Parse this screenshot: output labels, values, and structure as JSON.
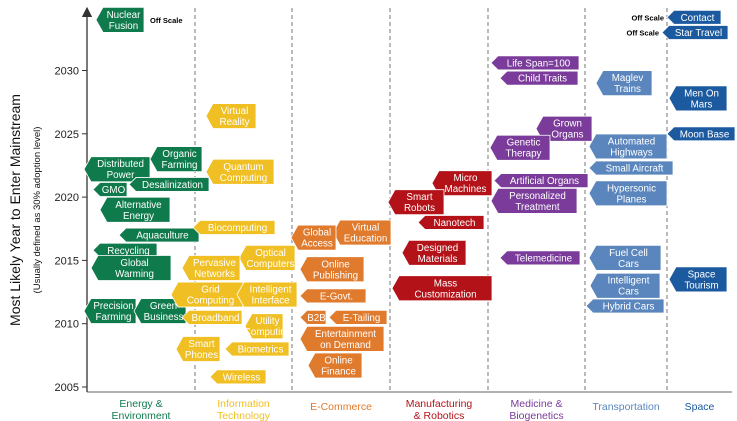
{
  "chart_data": {
    "type": "timeline-tags",
    "ylabel": "Most Likely Year to Enter Mainstream",
    "ylabel_sub": "(Usually defined as 30% adoption level)",
    "y_ticks": [
      2005,
      2010,
      2015,
      2020,
      2025,
      2030
    ],
    "ylim": [
      2005,
      2035
    ],
    "off_scale_text": "Off Scale",
    "categories": [
      {
        "id": "energy",
        "label": [
          "Energy &",
          "Environment"
        ],
        "color": "#0f7a4c"
      },
      {
        "id": "it",
        "label": [
          "Information",
          "Technology"
        ],
        "color": "#f0bf23"
      },
      {
        "id": "ecom",
        "label": [
          "E-Commerce"
        ],
        "color": "#e07a2d"
      },
      {
        "id": "mfg",
        "label": [
          "Manufacturing",
          "& Robotics"
        ],
        "color": "#b31218"
      },
      {
        "id": "med",
        "label": [
          "Medicine &",
          "Biogenetics"
        ],
        "color": "#7a3b9a"
      },
      {
        "id": "trans",
        "label": [
          "Transportation"
        ],
        "color": "#5a86bd"
      },
      {
        "id": "space",
        "label": [
          "Space"
        ],
        "color": "#1c5aa0"
      }
    ],
    "items": [
      {
        "cat": "energy",
        "lines": [
          "Nuclear",
          "Fusion"
        ],
        "year": 2034,
        "off_scale": true
      },
      {
        "cat": "energy",
        "lines": [
          "Organic",
          "Farming"
        ],
        "year": 2023
      },
      {
        "cat": "energy",
        "lines": [
          "Distributed",
          "Power"
        ],
        "year": 2022.2
      },
      {
        "cat": "energy",
        "lines": [
          "Desalinization"
        ],
        "year": 2021
      },
      {
        "cat": "energy",
        "lines": [
          "GMO"
        ],
        "year": 2020.6
      },
      {
        "cat": "energy",
        "lines": [
          "Alternative",
          "Energy"
        ],
        "year": 2019
      },
      {
        "cat": "energy",
        "lines": [
          "Aquaculture"
        ],
        "year": 2017
      },
      {
        "cat": "energy",
        "lines": [
          "Recycling"
        ],
        "year": 2015.8
      },
      {
        "cat": "energy",
        "lines": [
          "Global",
          "Warming"
        ],
        "year": 2014.4
      },
      {
        "cat": "energy",
        "lines": [
          "Precision",
          "Farming"
        ],
        "year": 2011
      },
      {
        "cat": "energy",
        "lines": [
          "Green",
          "Business"
        ],
        "year": 2011
      },
      {
        "cat": "it",
        "lines": [
          "Virtual",
          "Reality"
        ],
        "year": 2026.4
      },
      {
        "cat": "it",
        "lines": [
          "Quantum",
          "Computing"
        ],
        "year": 2022
      },
      {
        "cat": "it",
        "lines": [
          "Biocomputing"
        ],
        "year": 2017.6
      },
      {
        "cat": "it",
        "lines": [
          "Optical",
          "Computers"
        ],
        "year": 2015.2
      },
      {
        "cat": "it",
        "lines": [
          "Pervasive",
          "Networks"
        ],
        "year": 2014.4
      },
      {
        "cat": "it",
        "lines": [
          "Grid",
          "Computing"
        ],
        "year": 2012.3
      },
      {
        "cat": "it",
        "lines": [
          "Intelligent",
          "Interface"
        ],
        "year": 2012.3
      },
      {
        "cat": "it",
        "lines": [
          "Broadband"
        ],
        "year": 2010.5
      },
      {
        "cat": "it",
        "lines": [
          "Utility",
          "Computing"
        ],
        "year": 2009.8
      },
      {
        "cat": "it",
        "lines": [
          "Smart",
          "Phones"
        ],
        "year": 2008
      },
      {
        "cat": "it",
        "lines": [
          "Biometrics"
        ],
        "year": 2008
      },
      {
        "cat": "it",
        "lines": [
          "Wireless"
        ],
        "year": 2005.8
      },
      {
        "cat": "ecom",
        "lines": [
          "Virtual",
          "Education"
        ],
        "year": 2017.2
      },
      {
        "cat": "ecom",
        "lines": [
          "Global",
          "Access"
        ],
        "year": 2016.8
      },
      {
        "cat": "ecom",
        "lines": [
          "Online",
          "Publishing"
        ],
        "year": 2014.3
      },
      {
        "cat": "ecom",
        "lines": [
          "E-Govt."
        ],
        "year": 2012.2
      },
      {
        "cat": "ecom",
        "lines": [
          "B2B"
        ],
        "year": 2010.5
      },
      {
        "cat": "ecom",
        "lines": [
          "E-Tailing"
        ],
        "year": 2010.5
      },
      {
        "cat": "ecom",
        "lines": [
          "Entertainment",
          "on Demand"
        ],
        "year": 2008.8
      },
      {
        "cat": "ecom",
        "lines": [
          "Online",
          "Finance"
        ],
        "year": 2006.7
      },
      {
        "cat": "mfg",
        "lines": [
          "Micro",
          "Machines"
        ],
        "year": 2021.1
      },
      {
        "cat": "mfg",
        "lines": [
          "Smart",
          "Robots"
        ],
        "year": 2019.6
      },
      {
        "cat": "mfg",
        "lines": [
          "Nanotech"
        ],
        "year": 2018
      },
      {
        "cat": "mfg",
        "lines": [
          "Designed",
          "Materials"
        ],
        "year": 2015.6
      },
      {
        "cat": "mfg",
        "lines": [
          "Mass",
          "Customization"
        ],
        "year": 2012.8
      },
      {
        "cat": "med",
        "lines": [
          "Life Span=100"
        ],
        "year": 2030.6
      },
      {
        "cat": "med",
        "lines": [
          "Child Traits"
        ],
        "year": 2029.4
      },
      {
        "cat": "med",
        "lines": [
          "Grown",
          "Organs"
        ],
        "year": 2025.4
      },
      {
        "cat": "med",
        "lines": [
          "Genetic",
          "Therapy"
        ],
        "year": 2023.9
      },
      {
        "cat": "med",
        "lines": [
          "Artificial Organs"
        ],
        "year": 2021.3
      },
      {
        "cat": "med",
        "lines": [
          "Personalized",
          "Treatment"
        ],
        "year": 2019.7
      },
      {
        "cat": "med",
        "lines": [
          "Telemedicine"
        ],
        "year": 2015.2
      },
      {
        "cat": "trans",
        "lines": [
          "Maglev",
          "Trains"
        ],
        "year": 2029
      },
      {
        "cat": "trans",
        "lines": [
          "Automated",
          "Highways"
        ],
        "year": 2024
      },
      {
        "cat": "trans",
        "lines": [
          "Small Aircraft"
        ],
        "year": 2022.3
      },
      {
        "cat": "trans",
        "lines": [
          "Hypersonic",
          "Planes"
        ],
        "year": 2020.3
      },
      {
        "cat": "trans",
        "lines": [
          "Fuel Cell",
          "Cars"
        ],
        "year": 2015.2
      },
      {
        "cat": "trans",
        "lines": [
          "Intelligent",
          "Cars"
        ],
        "year": 2013
      },
      {
        "cat": "trans",
        "lines": [
          "Hybrid Cars"
        ],
        "year": 2011.4
      },
      {
        "cat": "space",
        "lines": [
          "Contact"
        ],
        "year": 2034.2,
        "off_scale": true
      },
      {
        "cat": "space",
        "lines": [
          "Star Travel"
        ],
        "year": 2033,
        "off_scale": true
      },
      {
        "cat": "space",
        "lines": [
          "Men On",
          "Mars"
        ],
        "year": 2027.8
      },
      {
        "cat": "space",
        "lines": [
          "Moon Base"
        ],
        "year": 2025
      },
      {
        "cat": "space",
        "lines": [
          "Space",
          "Tourism"
        ],
        "year": 2013.5
      }
    ]
  }
}
